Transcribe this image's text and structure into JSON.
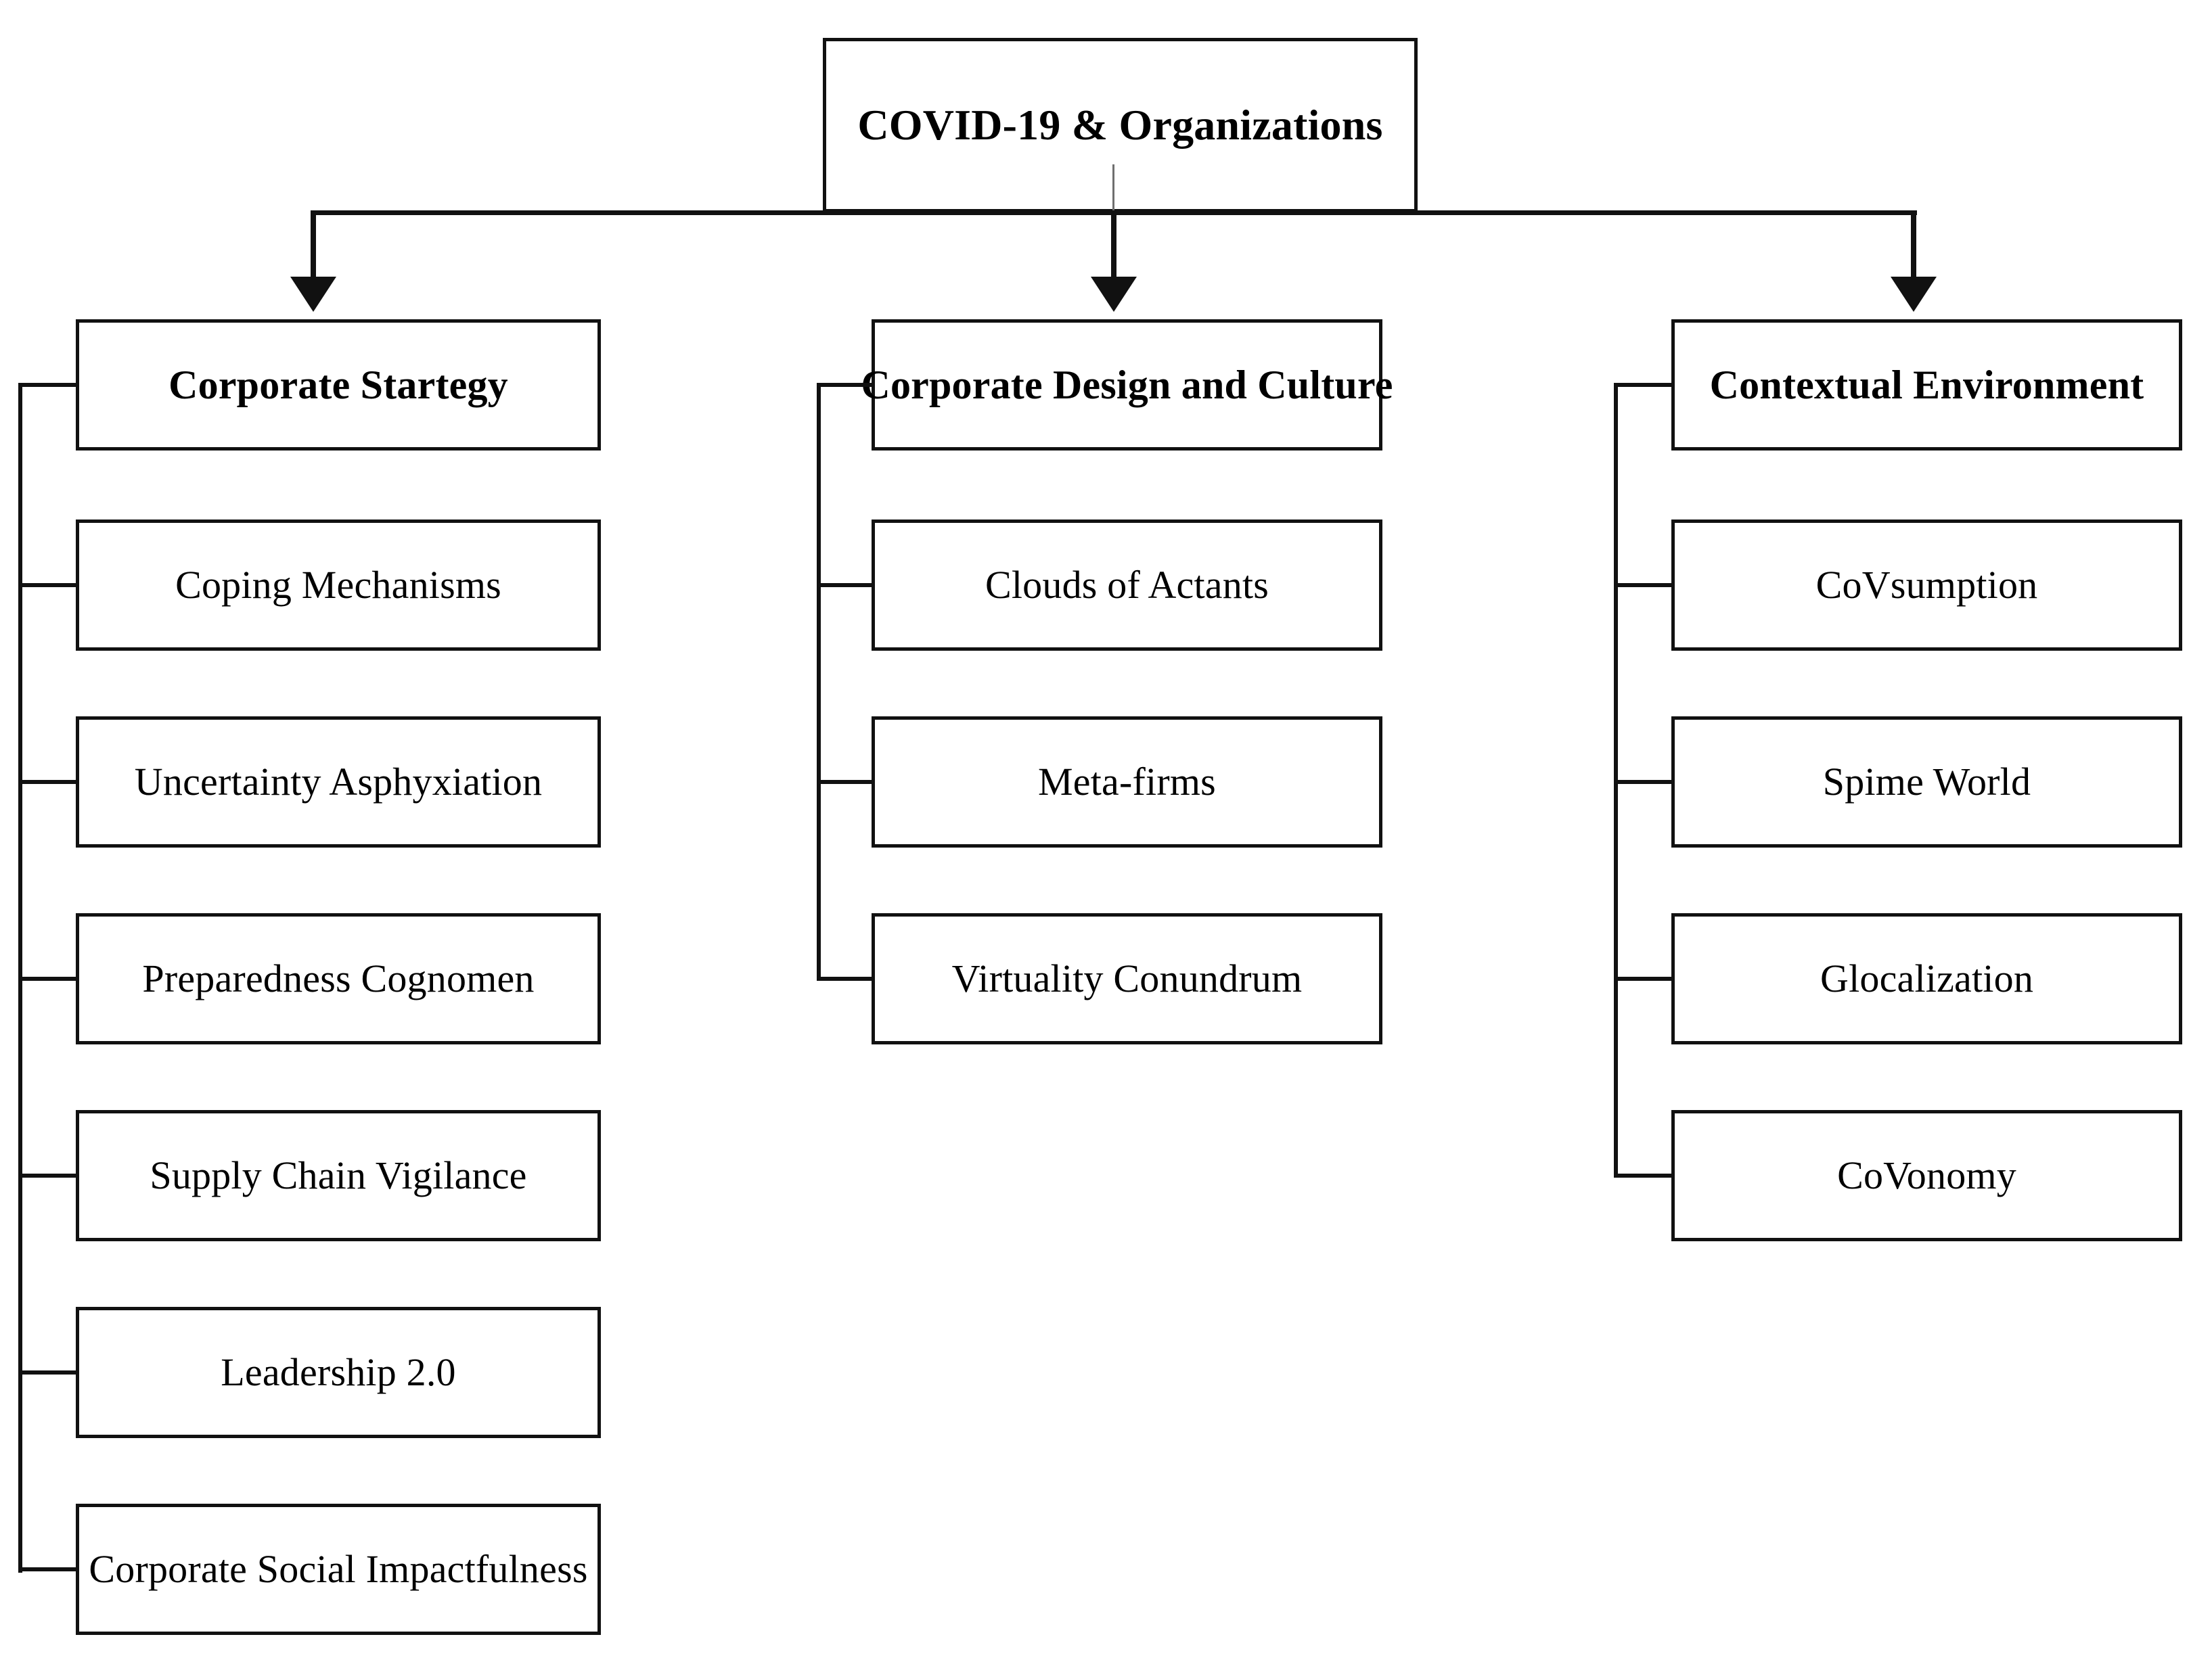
{
  "diagram": {
    "root": {
      "label": "COVID-19 & Organizations"
    },
    "branches": [
      {
        "header": "Corporate Startegy",
        "children": [
          "Coping Mechanisms",
          "Uncertainty Asphyxiation",
          "Preparedness Cognomen",
          "Supply Chain Vigilance",
          "Leadership 2.0",
          "Corporate Social Impactfulness"
        ]
      },
      {
        "header": "Corporate Design and Culture",
        "children": [
          "Clouds of Actants",
          "Meta-firms",
          "Virtuality Conundrum"
        ]
      },
      {
        "header": "Contextual Environment",
        "children": [
          "CoVsumption",
          "Spime World",
          "Glocalization",
          "CoVonomy"
        ]
      }
    ]
  },
  "style": {
    "line_color": "#111111",
    "box_fill": "#ffffff",
    "page_background": "#ffffff"
  }
}
